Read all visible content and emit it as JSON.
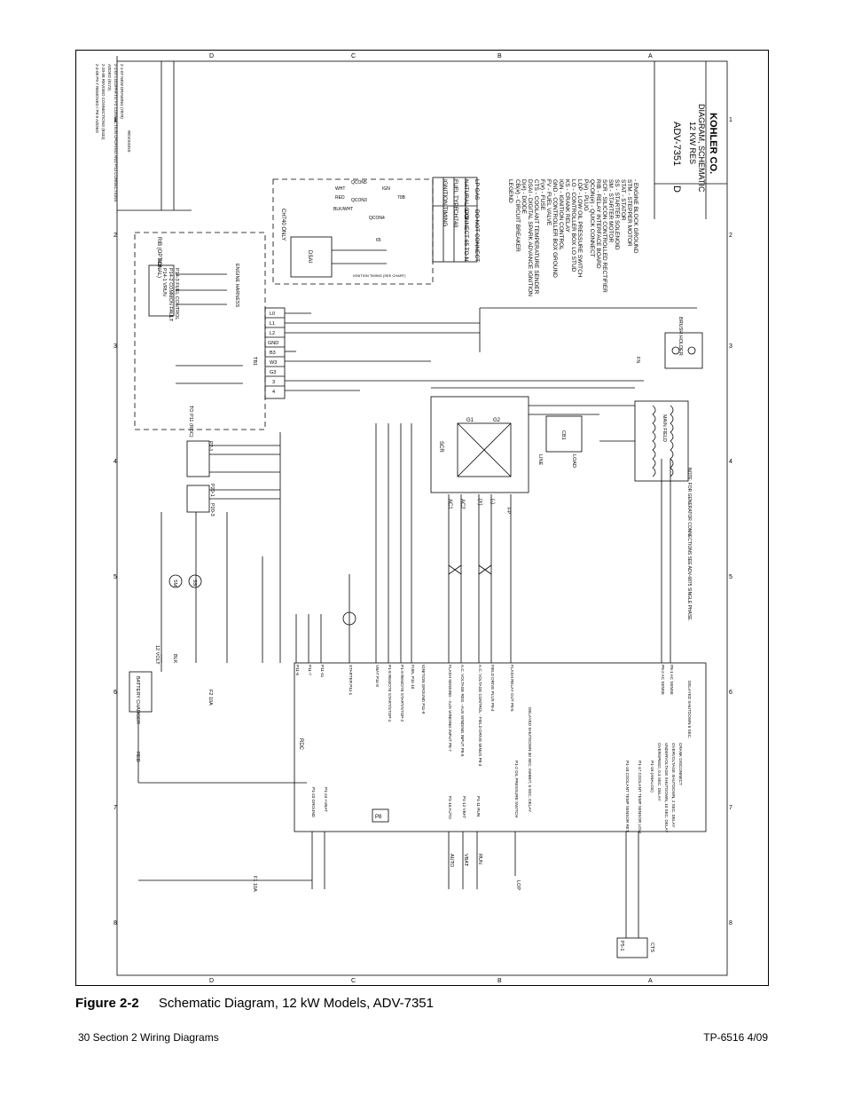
{
  "figure": {
    "number": "Figure 2-2",
    "title": "Schematic Diagram, 12 kW Models, ADV-7351"
  },
  "footer": {
    "left": "30    Section 2  Wiring Diagrams",
    "right": "TP-6516   4/09"
  },
  "title_block": {
    "company": "KOHLER CO.",
    "drawing_title": "DIAGRAM, SCHEMATIC",
    "drawing_subtitle": "12 KW RES",
    "drawing_number": "ADV-7351",
    "sheet_size": "D"
  },
  "zones": {
    "letters": [
      "D",
      "C",
      "B",
      "A"
    ],
    "numbers": [
      "1",
      "2",
      "3",
      "4",
      "5",
      "6",
      "7",
      "8"
    ]
  },
  "legend": {
    "title": "LEGEND",
    "items": [
      "CB(#) - CIRCUIT BREAKER",
      "D(#) - DIODE",
      "DSAI - DIGITAL SPARK ADVANCE IGNITION",
      "CTS - COOLANT TEMPERATURE SENDER",
      "F(#) - FUSE",
      "FV - FUEL VALVE",
      "GND - CONTROLLER BOX GROUND",
      "IGN - IGNITION CONTROL",
      "KS - CRANK RELAY",
      "LO - CONTROLLER BOX LO STUD",
      "LOP - LOW OIL PRESSURE SWITCH",
      "P(#) - PLUG",
      "QCON(#) - QUICK CONNECT",
      "RIB - RELAY INTERFACE BOARD",
      "SCR - SILICON CONTROLLED RECTIFIER",
      "SM - STARTER MOTOR",
      "SS - STARTER SOLENOID",
      "STAT - STATOR",
      "STM - STEPPER MOTOR",
      "- ENGINE BLOCK GROUND"
    ]
  },
  "ignition_timing": {
    "title": "IGNITION TIMING",
    "headers": [
      "FUEL TYPE",
      "CH740"
    ],
    "rows": [
      [
        "NATURAL GAS",
        "CONNECT 65 TO N"
      ],
      [
        "LP GAS",
        "DO NOT CONNECT"
      ]
    ]
  },
  "ch740": {
    "label": "CH740 ONLY",
    "module": "DSAI",
    "qcon": [
      "QCON5",
      "QCON3",
      "QCON4"
    ],
    "wires": [
      "WHT",
      "RED",
      "BLK/WHT",
      "IGN",
      "70B",
      "65"
    ],
    "note": "IGNITION TIMING (SEE CHART)"
  },
  "rib": {
    "title": "RIB (OPTIONAL)",
    "label": "RIB",
    "relays": [
      "P14-1 VRUN",
      "P14-2 COMMON FAULT",
      "P14-3 FUEL CONTROL"
    ],
    "harness": "ENGINE HARNESS",
    "to_rdc": "TO P11 (RDC)"
  },
  "tb1": {
    "label": "TB1",
    "terminals": [
      "L0",
      "L1",
      "L2",
      "GND",
      "B3",
      "W3",
      "G3",
      "3",
      "4"
    ]
  },
  "scr": {
    "label": "SCR",
    "terminals": [
      "AC1",
      "AC2",
      "(+)",
      "(-)",
      "G1",
      "G2"
    ]
  },
  "field": {
    "brush_holder": "BRUSH HOLDER",
    "main_field": "MAIN FIELD",
    "fn": "FN",
    "fp": "FP",
    "cb1": "CB1",
    "load": "LOAD",
    "line": "LINE",
    "note": "NOTE: FOR GENERATOR CONNECTIONS SEE ADV-6875 SINGLE PHASE."
  },
  "plugs": {
    "p2": "P2-1",
    "p20": "P20-1",
    "p20_3": "P20-3"
  },
  "battery": {
    "charger": "BATTERY CHARGER",
    "battery": "12 VOLT",
    "starter_motor": "SM",
    "starter_solenoid": "SS",
    "fuse": "F2 10A",
    "fuse_main": "F1 10A",
    "red": "RED",
    "blk": "BLK"
  },
  "rdc": {
    "label": "RDC",
    "p8": "P8",
    "pins_top": [
      "P11-6",
      "P11-7",
      "P11-11",
      "STARTER P11-1",
      "VBAT P11-8",
      "P1-8 REMOTE START/STOP-1",
      "P1-9 REMOTE START/STOP-2",
      "FUEL P11-10",
      "IGNITION GROUND P11-9",
      "FLASH SENSING - AUX WINDING INPUT P8-7",
      "A.C. VOLTAGE REG - AUX WINDING INPUT P8-6",
      "A.C. VOLTAGE CONTROL - FIELD DRIVE MINUS P8-3",
      "FIELD DRIVE PLUS P8-4",
      "FLASH RELAY OUT P8-5",
      "P8-2 AC SENSE",
      "P8-1 AC SENSE"
    ],
    "pins_bottom": [
      "P1-23 GROUND",
      "P1-24 +VBAT",
      "P1-10 AUTO",
      "P1-12 VBAT",
      "P1-11 RUN",
      "P1-2 OIL PRESSURE SWITCH",
      "P1-18 COOLANT TEMP SENSOR RET",
      "P1-17 COOLANT TEMP SENSOR LOW",
      "P1-16 (ANALOG)"
    ],
    "notes": [
      "CRANK DISCONNECT",
      "OVERVOLTAGE SHUTDOWN, 2 SEC. DELAY",
      "UNDERVOLTAGE SHUTDOWN, 10 SEC. DELAY",
      "OVERSPEED, 0.3 SEC. DELAY",
      "DELAYED SHUTDOWN 5 SEC.",
      "DELAYED SHUTDOWN 30 SEC. INHIBIT, 5 SEC. DELAY"
    ]
  },
  "bottom": {
    "lop": "LOP",
    "cts": "CTS",
    "p5": "P5-1",
    "auto": "AUTO",
    "vbat": "VBAT",
    "run": "RUN"
  },
  "revisions": {
    "header": "REVISIONS",
    "rows": [
      "2-1-07  NEW DRAWING (7879)",
      "2-1-07  LOG/PARTS: F2 CONNECTION UPDATED AND P13 CONNECTIONS",
      "ADDED (8173)",
      "2-20-08  REVISED CONNECTIONS (8433)",
      "2-3-08  P9-7 REMOVED / P8-9 ADDED"
    ]
  }
}
